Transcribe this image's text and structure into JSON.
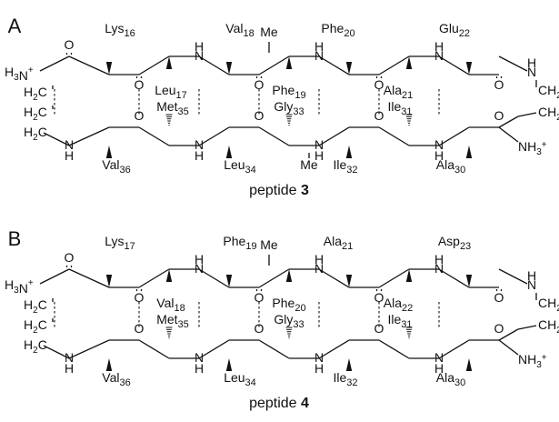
{
  "colors": {
    "ink": "#111111",
    "highlight": "#e0201b"
  },
  "panels": [
    {
      "letter": "A",
      "caption_text": "peptide ",
      "caption_number": "3",
      "left_terminus": "H3N+",
      "right_terminus": "NH3+",
      "top_residues": [
        {
          "name": "Lys",
          "num": "16",
          "hl": false
        },
        {
          "name": "Leu",
          "num": "17",
          "hl": false
        },
        {
          "name": "Val",
          "num": "18",
          "hl": false
        },
        {
          "name": "Phe",
          "num": "19",
          "hl": false
        },
        {
          "name": "Phe",
          "num": "20",
          "hl": false
        },
        {
          "name": "Ala",
          "num": "21",
          "hl": false
        },
        {
          "name": "Glu",
          "num": "22",
          "hl": false
        }
      ],
      "bottom_residues": [
        {
          "name": "Val",
          "num": "36",
          "hl": false
        },
        {
          "name": "Met",
          "num": "35",
          "hl": false
        },
        {
          "name": "Leu",
          "num": "34",
          "hl": false
        },
        {
          "name": "Gly",
          "num": "33",
          "hl": false
        },
        {
          "name": "Ile",
          "num": "32",
          "hl": false
        },
        {
          "name": "Ile",
          "num": "31",
          "hl": false
        },
        {
          "name": "Ala",
          "num": "30",
          "hl": false
        }
      ],
      "top_methyl": {
        "label": "Me"
      },
      "bottom_methyl": {
        "label": "Me"
      }
    },
    {
      "letter": "B",
      "caption_text": "peptide ",
      "caption_number": "4",
      "left_terminus": "H3N+",
      "right_terminus": "NH3+",
      "top_residues": [
        {
          "name": "Lys",
          "num": "17",
          "hl": true
        },
        {
          "name": "Val",
          "num": "18",
          "hl": false
        },
        {
          "name": "Phe",
          "num": "19",
          "hl": false
        },
        {
          "name": "Phe",
          "num": "20",
          "hl": false
        },
        {
          "name": "Ala",
          "num": "21",
          "hl": false
        },
        {
          "name": "Ala",
          "num": "22",
          "hl": true
        },
        {
          "name": "Asp",
          "num": "23",
          "hl": false
        }
      ],
      "bottom_residues": [
        {
          "name": "Val",
          "num": "36",
          "hl": false
        },
        {
          "name": "Met",
          "num": "35",
          "hl": true
        },
        {
          "name": "Leu",
          "num": "34",
          "hl": false
        },
        {
          "name": "Gly",
          "num": "33",
          "hl": false
        },
        {
          "name": "Ile",
          "num": "32",
          "hl": false
        },
        {
          "name": "Ile",
          "num": "31",
          "hl": false
        },
        {
          "name": "Ala",
          "num": "30",
          "hl": false
        }
      ],
      "top_methyl": {
        "label": "Me"
      },
      "bottom_methyl": null
    }
  ]
}
